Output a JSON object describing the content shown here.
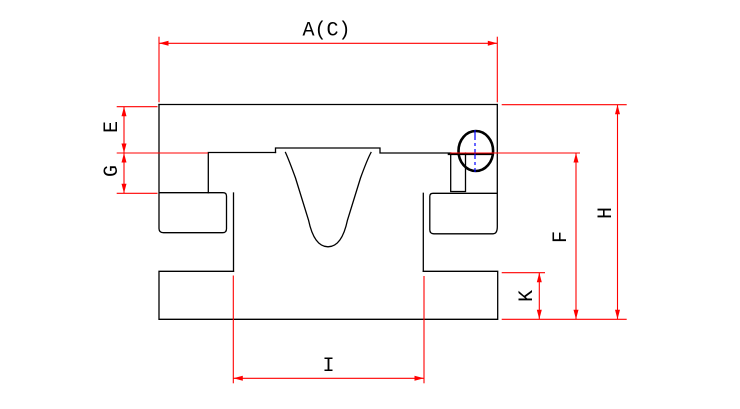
{
  "drawing": {
    "type": "engineering-section-view",
    "background": "#ffffff",
    "colors": {
      "outline": "#000000",
      "dimension": "#ff0000",
      "centerline": "#0000ff"
    },
    "dimension_labels": {
      "a": "A(C)",
      "e": "E",
      "g": "G",
      "h": "H",
      "f": "F",
      "k": "K",
      "i": "I"
    }
  }
}
